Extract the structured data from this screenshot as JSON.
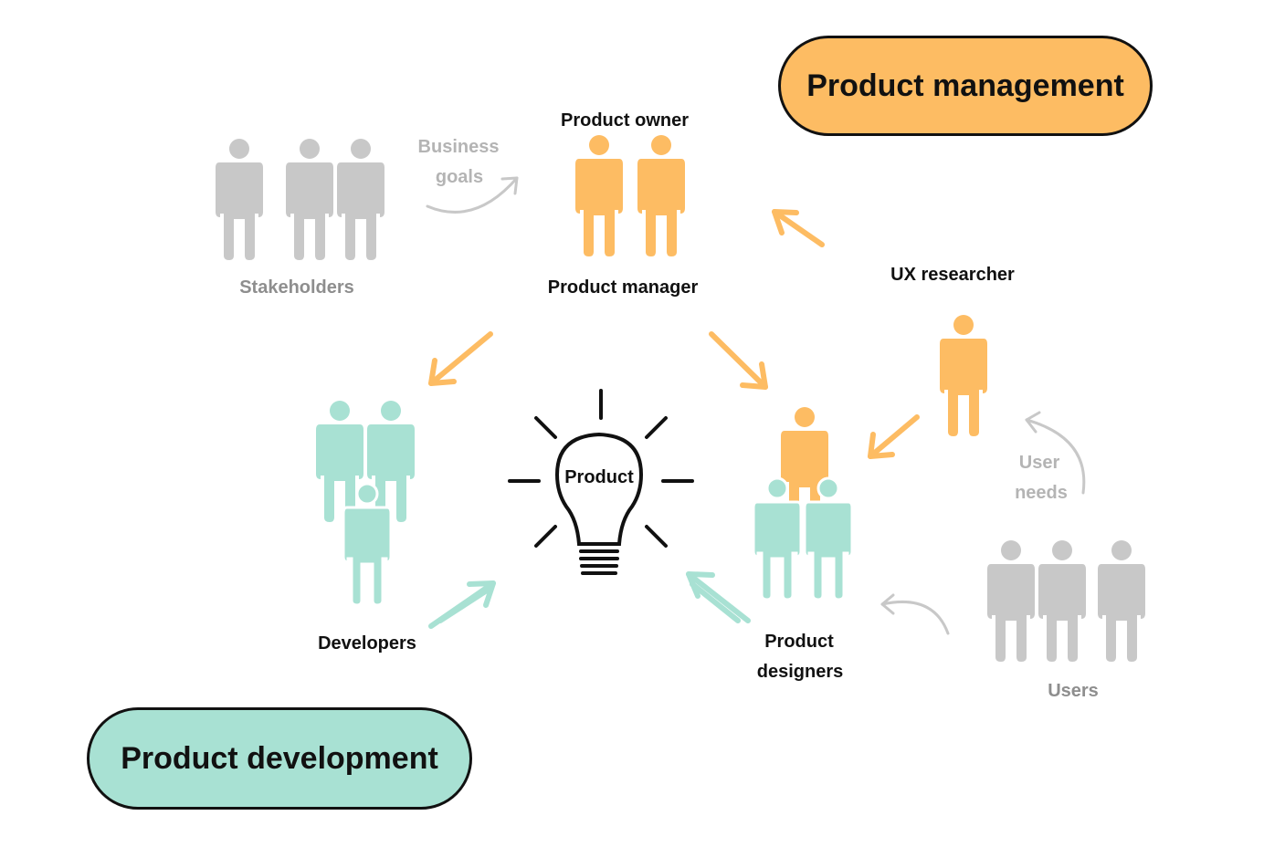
{
  "labels": {
    "product_management": "Product management",
    "product_development": "Product development",
    "product_owner": "Product owner",
    "product_manager": "Product manager",
    "stakeholders": "Stakeholders",
    "business_goals_1": "Business",
    "business_goals_2": "goals",
    "ux_researcher": "UX researcher",
    "developers": "Developers",
    "product_designers_1": "Product",
    "product_designers_2": "designers",
    "user_needs_1": "User",
    "user_needs_2": "needs",
    "users": "Users",
    "product": "Product"
  },
  "colors": {
    "orange": "#fdbc63",
    "teal": "#a8e1d3",
    "gray": "#c8c8c8",
    "light_gray_text": "#b4b4b4",
    "dark": "#111111"
  }
}
